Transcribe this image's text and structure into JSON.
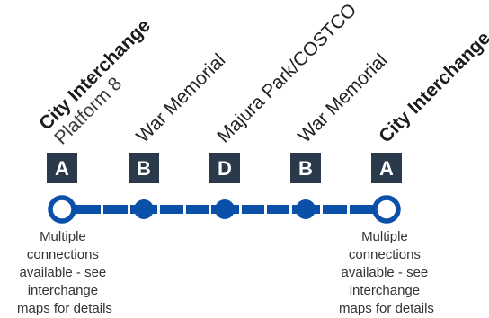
{
  "route": {
    "line_color": "#0a4fa8",
    "zone_box_color": "#2b3a4a",
    "stops": [
      {
        "name": "City Interchange",
        "subtitle": "Platform 8",
        "zone": "A",
        "major": true,
        "note": [
          "Multiple",
          "connections",
          "available - see",
          "interchange",
          "maps for details"
        ]
      },
      {
        "name": "War Memorial",
        "zone": "B",
        "major": false
      },
      {
        "name": "Majura Park/COSTCO",
        "zone": "D",
        "major": false
      },
      {
        "name": "War Memorial",
        "zone": "B",
        "major": false
      },
      {
        "name": "City Interchange",
        "zone": "A",
        "major": true,
        "note": [
          "Multiple",
          "connections",
          "available - see",
          "interchange",
          "maps for details"
        ]
      }
    ]
  }
}
